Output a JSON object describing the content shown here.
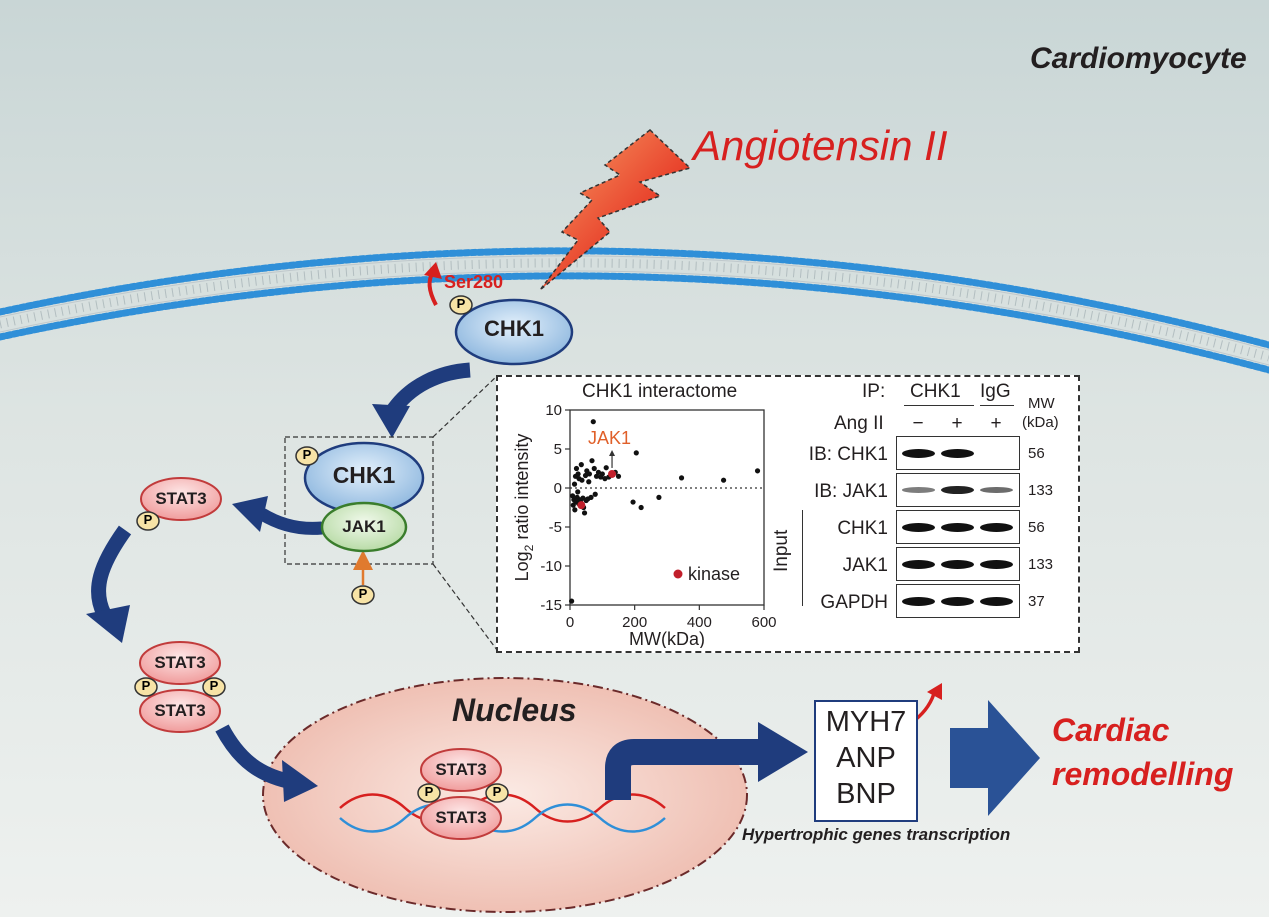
{
  "cell_label": "Cardiomyocyte",
  "stimulus": "Angiotensin II",
  "phospho_site": "Ser280",
  "phospho_mark": "P",
  "proteins": {
    "chk1": "CHK1",
    "jak1": "JAK1",
    "stat3": "STAT3"
  },
  "nucleus_label": "Nucleus",
  "genes": [
    "MYH7",
    "ANP",
    "BNP"
  ],
  "genes_caption": "Hypertrophic genes transcription",
  "outcome_line1": "Cardiac",
  "outcome_line2": "remodelling",
  "colors": {
    "red": "#d7201f",
    "navy": "#1f3c7d",
    "membrane_blue": "#2f8fd8",
    "chk1_fill": "#9cc3e6",
    "jak1_fill": "#cfe6c3",
    "stat3_fill": "#f6b5b5",
    "phospho_fill": "#f7e3a6",
    "nucleus_fill": "#f2c8bd"
  },
  "inset": {
    "chart_title": "CHK1 interactome",
    "highlight_label": "JAK1",
    "legend_label": "kinase"
  },
  "chart_data": {
    "type": "scatter",
    "title": "CHK1 interactome",
    "xlabel": "MW(kDa)",
    "ylabel": "Log2 ratio intensity",
    "ylabel_main": "Log",
    "ylabel_sub": "2",
    "ylabel_rest": " ratio intensity",
    "xlim": [
      0,
      600
    ],
    "ylim": [
      -15,
      10
    ],
    "xticks": [
      0,
      200,
      400,
      600
    ],
    "yticks": [
      10,
      5,
      0,
      -5,
      -10,
      -15
    ],
    "reference_line": 0,
    "highlight": {
      "label": "JAK1",
      "x": 130,
      "y": 1.8
    },
    "legend": "kinase",
    "series": [
      {
        "name": "",
        "points": [
          [
            5,
            -14.5
          ],
          [
            8,
            -1
          ],
          [
            10,
            -2.2
          ],
          [
            12,
            -1.5
          ],
          [
            14,
            0.5
          ],
          [
            15,
            -2.8
          ],
          [
            17,
            1.5
          ],
          [
            18,
            -1.8
          ],
          [
            20,
            2.5
          ],
          [
            22,
            -1.2
          ],
          [
            24,
            -0.5
          ],
          [
            25,
            1.8
          ],
          [
            27,
            -2.0
          ],
          [
            28,
            1.2
          ],
          [
            30,
            -1.5
          ],
          [
            32,
            -1.7
          ],
          [
            35,
            3.0
          ],
          [
            37,
            1.0
          ],
          [
            40,
            -1.3
          ],
          [
            42,
            -2.5
          ],
          [
            45,
            -3.2
          ],
          [
            48,
            1.6
          ],
          [
            50,
            -1.6
          ],
          [
            52,
            2.2
          ],
          [
            55,
            -1.4
          ],
          [
            58,
            0.8
          ],
          [
            60,
            1.8
          ],
          [
            65,
            -1.2
          ],
          [
            68,
            3.5
          ],
          [
            72,
            8.5
          ],
          [
            75,
            2.5
          ],
          [
            78,
            -0.8
          ],
          [
            82,
            1.5
          ],
          [
            88,
            2.0
          ],
          [
            95,
            1.4
          ],
          [
            100,
            1.8
          ],
          [
            108,
            1.2
          ],
          [
            112,
            2.6
          ],
          [
            120,
            1.4
          ],
          [
            140,
            2.0
          ],
          [
            150,
            1.5
          ],
          [
            195,
            -1.8
          ],
          [
            205,
            4.5
          ],
          [
            220,
            -2.5
          ],
          [
            275,
            -1.2
          ],
          [
            345,
            1.3
          ],
          [
            475,
            1.0
          ],
          [
            580,
            2.2
          ]
        ]
      },
      {
        "name": "kinase",
        "points": [
          [
            35,
            -2.2
          ],
          [
            130,
            1.8
          ]
        ]
      }
    ]
  },
  "western_blot": {
    "ip_label": "IP:",
    "ip_chk1": "CHK1",
    "ip_igg": "IgG",
    "mw_label": "MW",
    "kda_label": "(kDa)",
    "treatment_label": "Ang II",
    "lanes": [
      "−",
      "+",
      "+"
    ],
    "input_label": "Input",
    "rows": [
      {
        "label": "IB: CHK1",
        "mw": "56",
        "bands": [
          1,
          1,
          0
        ]
      },
      {
        "label": "IB: JAK1",
        "mw": "133",
        "bands": [
          0.35,
          0.9,
          0.45
        ]
      },
      {
        "label": "CHK1",
        "mw": "56",
        "bands": [
          1,
          1,
          1
        ]
      },
      {
        "label": "JAK1",
        "mw": "133",
        "bands": [
          1,
          1,
          1
        ]
      },
      {
        "label": "GAPDH",
        "mw": "37",
        "bands": [
          1,
          1,
          1
        ]
      }
    ]
  }
}
